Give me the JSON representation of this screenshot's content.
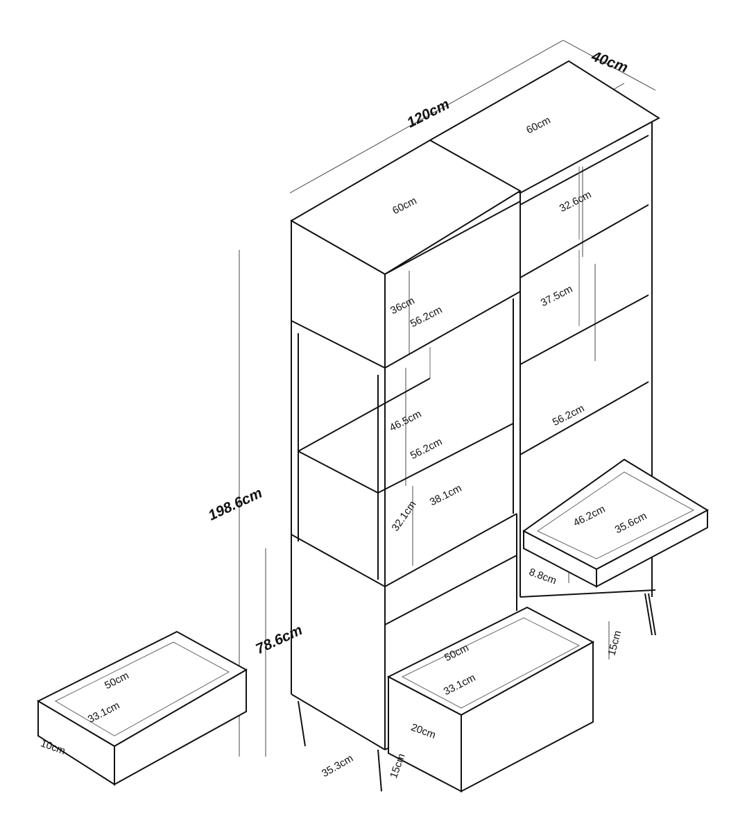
{
  "title": "Bookcase dimension diagram",
  "dimensions": {
    "depth": "40cm",
    "total_width": "120cm",
    "right_top_width": "60cm",
    "left_top_width": "60cm",
    "right_shelf_1_height": "32.6cm",
    "left_top_compartment_height": "36cm",
    "left_top_shelf_width": "56.2cm",
    "right_shelf_2_height": "37.5cm",
    "left_open_compartment_height": "46.5cm",
    "left_middle_shelf_width": "56.2cm",
    "right_lower_shelf_width": "56.2cm",
    "left_lower_depth": "38.1cm",
    "left_lower_compartment_height": "32.1cm",
    "total_height": "198.6cm",
    "lower_cabinet_height": "78.6cm",
    "small_drawer_width": "46.2cm",
    "small_drawer_depth": "35.6cm",
    "small_drawer_height": "8.8cm",
    "right_leg_height": "15cm",
    "left_drawer_width": "50cm",
    "left_drawer_depth": "33.1cm",
    "left_drawer_height": "10cm",
    "front_drawer_width": "50cm",
    "front_drawer_depth": "33.1cm",
    "front_drawer_height": "20cm",
    "base_depth": "35.3cm",
    "front_leg_height": "15cm"
  }
}
